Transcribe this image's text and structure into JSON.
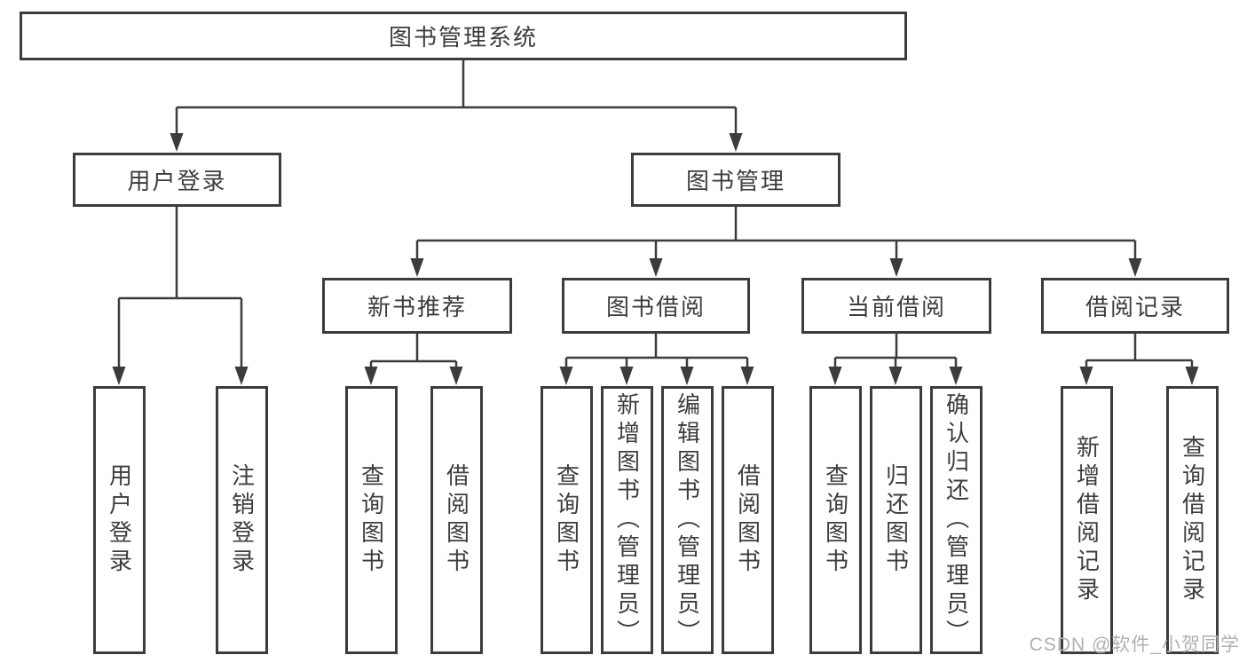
{
  "diagram": {
    "root": {
      "label": "图书管理系统"
    },
    "branches": [
      {
        "label": "用户登录",
        "children": [
          {
            "label": "用户登录"
          },
          {
            "label": "注销登录"
          }
        ]
      },
      {
        "label": "图书管理",
        "children": [
          {
            "label": "新书推荐",
            "children": [
              {
                "label": "查询图书"
              },
              {
                "label": "借阅图书"
              }
            ]
          },
          {
            "label": "图书借阅",
            "children": [
              {
                "label": "查询图书"
              },
              {
                "label": "新增图书（管理员）"
              },
              {
                "label": "编辑图书（管理员）"
              },
              {
                "label": "借阅图书"
              }
            ]
          },
          {
            "label": "当前借阅",
            "children": [
              {
                "label": "查询图书"
              },
              {
                "label": "归还图书"
              },
              {
                "label": "确认归还（管理员）"
              }
            ]
          },
          {
            "label": "借阅记录",
            "children": [
              {
                "label": "新增借阅记录"
              },
              {
                "label": "查询借阅记录"
              }
            ]
          }
        ]
      }
    ],
    "watermark": "CSDN @软件_小贺同学",
    "colors": {
      "line": "#3c3c3c",
      "border": "#3c3c3c",
      "text": "#3d3d3d",
      "background": "#ffffff",
      "watermark": "#b0b0b0"
    }
  }
}
